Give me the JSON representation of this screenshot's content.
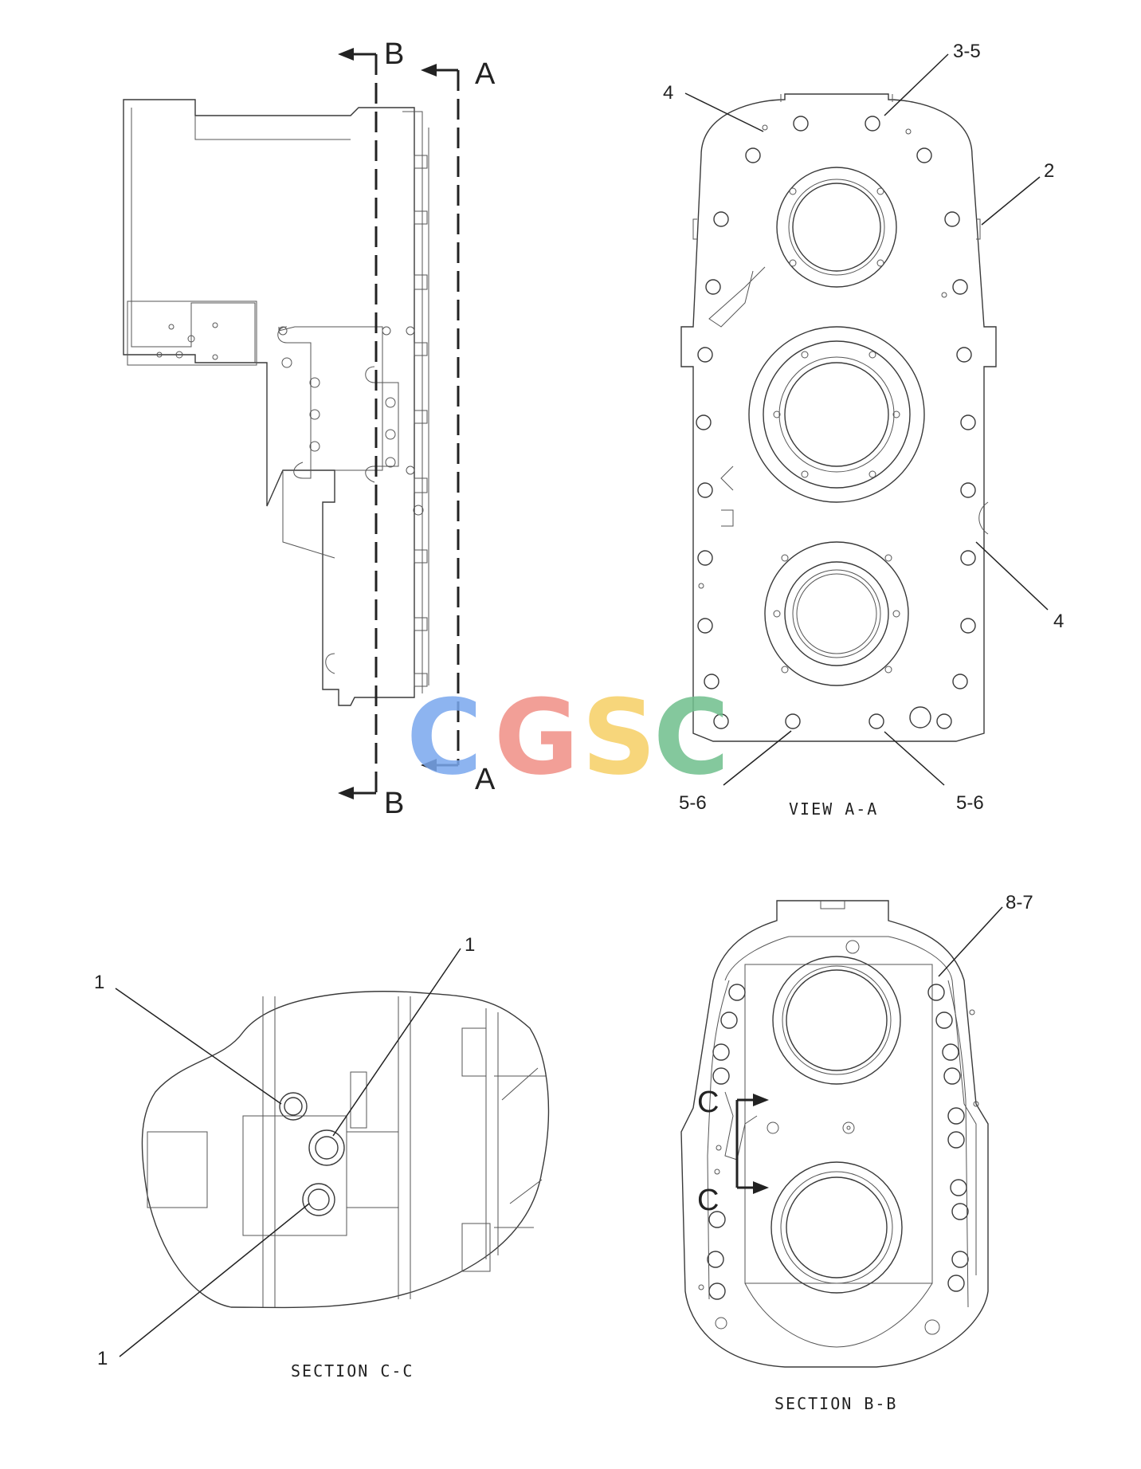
{
  "views": {
    "side": {
      "section_b_top": "B",
      "section_a_top": "A",
      "section_a_bottom": "A",
      "section_b_bottom": "B"
    },
    "view_aa": {
      "caption": "VIEW A-A",
      "callouts": [
        "3-5",
        "4",
        "2",
        "4",
        "5-6",
        "5-6"
      ]
    },
    "section_cc": {
      "caption": "SECTION C-C",
      "callouts": [
        "1",
        "1",
        "1"
      ]
    },
    "section_bb": {
      "caption": "SECTION B-B",
      "callouts": [
        "8-7"
      ],
      "section_c_top": "C",
      "section_c_bottom": "C"
    }
  },
  "watermark": {
    "letters": [
      "C",
      "G",
      "S",
      "C"
    ],
    "colors": [
      "#7aa7ee",
      "#f08f86",
      "#f6d064",
      "#6fbf8d"
    ]
  }
}
